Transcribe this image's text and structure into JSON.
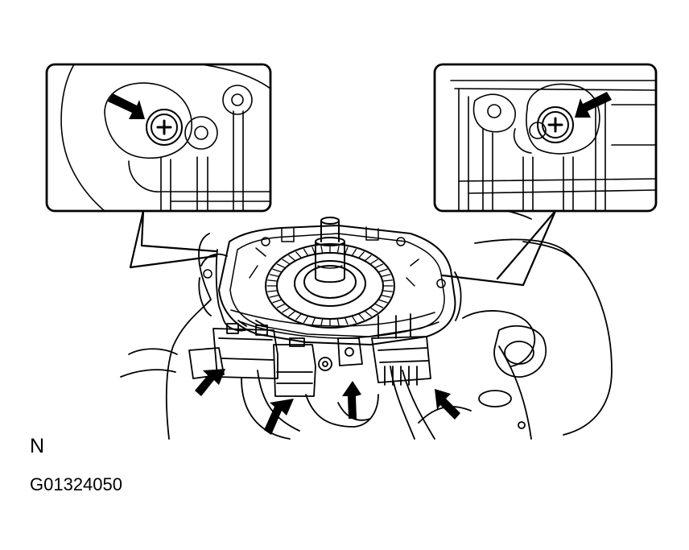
{
  "figure": {
    "view_letter": "N",
    "figure_code": "G01324050"
  },
  "colors": {
    "line": "#000000",
    "background": "#ffffff"
  },
  "callouts": {
    "left_inset": "screw-arrow",
    "right_inset": "screw-arrow"
  },
  "connector_arrows": 4
}
